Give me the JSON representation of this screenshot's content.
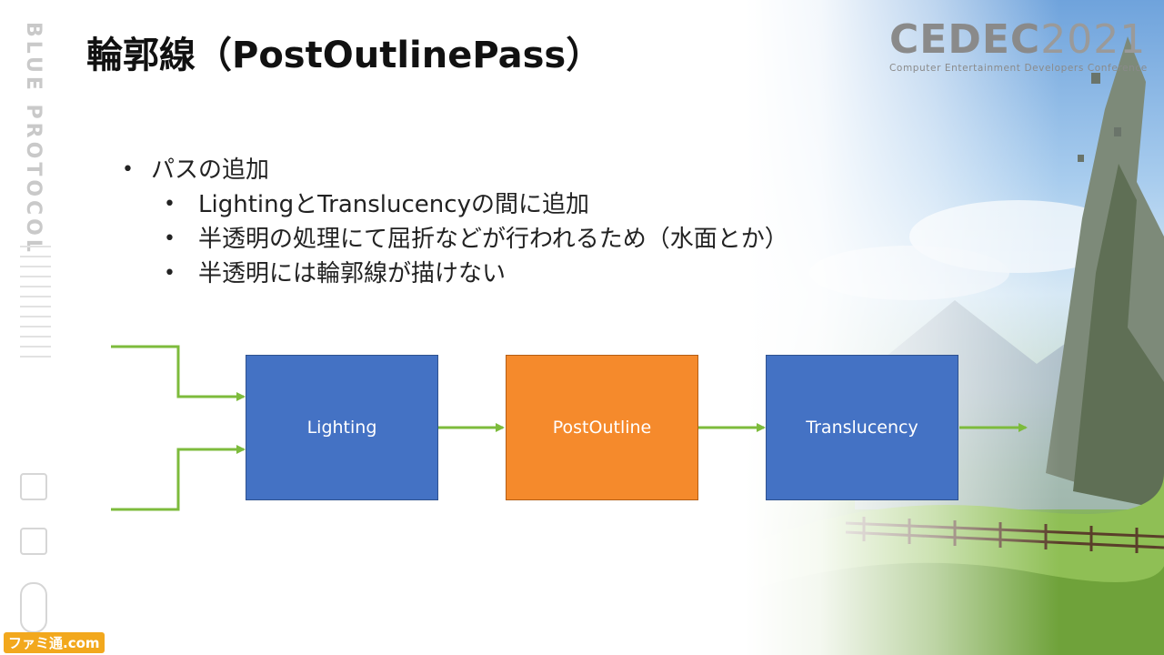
{
  "slide": {
    "title": "輪郭線（PostOutlinePass）",
    "brand_vertical": "BLUE PROTOCOL",
    "logo": {
      "main": "CEDEC",
      "year": "2021",
      "subtitle": "Computer Entertainment Developers Conference"
    },
    "watermark": "ファミ通.com"
  },
  "bullets": [
    {
      "level": 1,
      "text": "パスの追加"
    },
    {
      "level": 2,
      "text": "LightingとTranslucencyの間に追加"
    },
    {
      "level": 2,
      "text": "半透明の処理にて屈折などが行われるため（水面とか）"
    },
    {
      "level": 2,
      "text": "半透明には輪郭線が描けない"
    }
  ],
  "diagram": {
    "nodes": [
      {
        "id": "lighting",
        "label": "Lighting",
        "color": "#4472c4"
      },
      {
        "id": "postoutline",
        "label": "PostOutline",
        "color": "#f58a2c"
      },
      {
        "id": "translucency",
        "label": "Translucency",
        "color": "#4472c4"
      }
    ],
    "arrow_color": "#7dbb3c"
  }
}
